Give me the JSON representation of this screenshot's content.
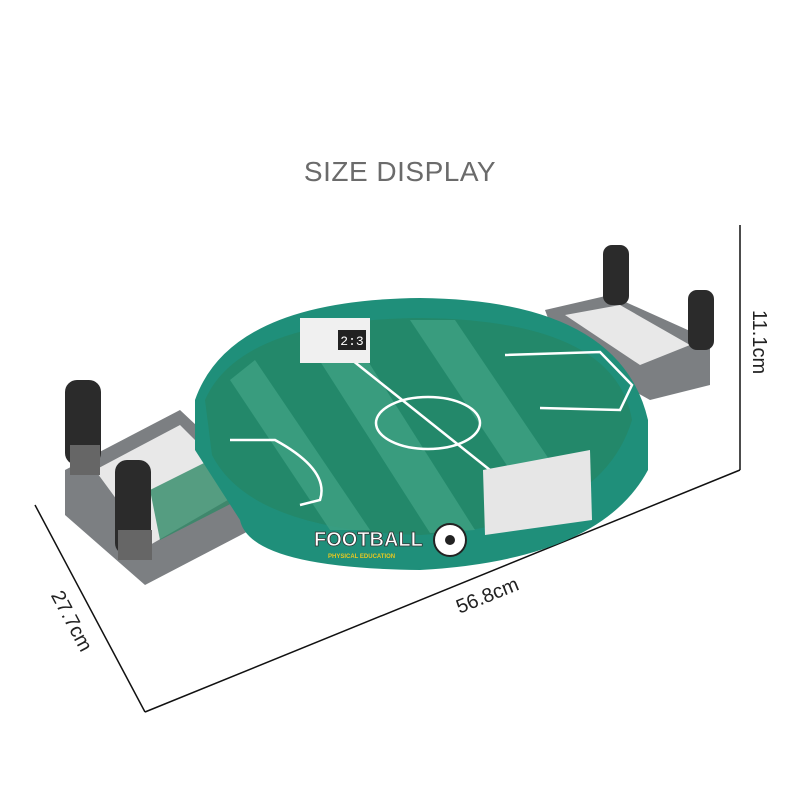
{
  "title": "SIZE DISPLAY",
  "dimensions": {
    "height": "11.1cm",
    "length": "56.8cm",
    "width": "27.7cm"
  },
  "product": {
    "brand_text": "FOOTBALL",
    "sub_text": "PHYSICAL EDUCATION",
    "scoreboard": "2:3"
  },
  "colors": {
    "field": "#23886a",
    "field_light": "#3fa183",
    "rim": "#2aa08a",
    "frame": "#808284",
    "handle": "#2b2b2b"
  }
}
